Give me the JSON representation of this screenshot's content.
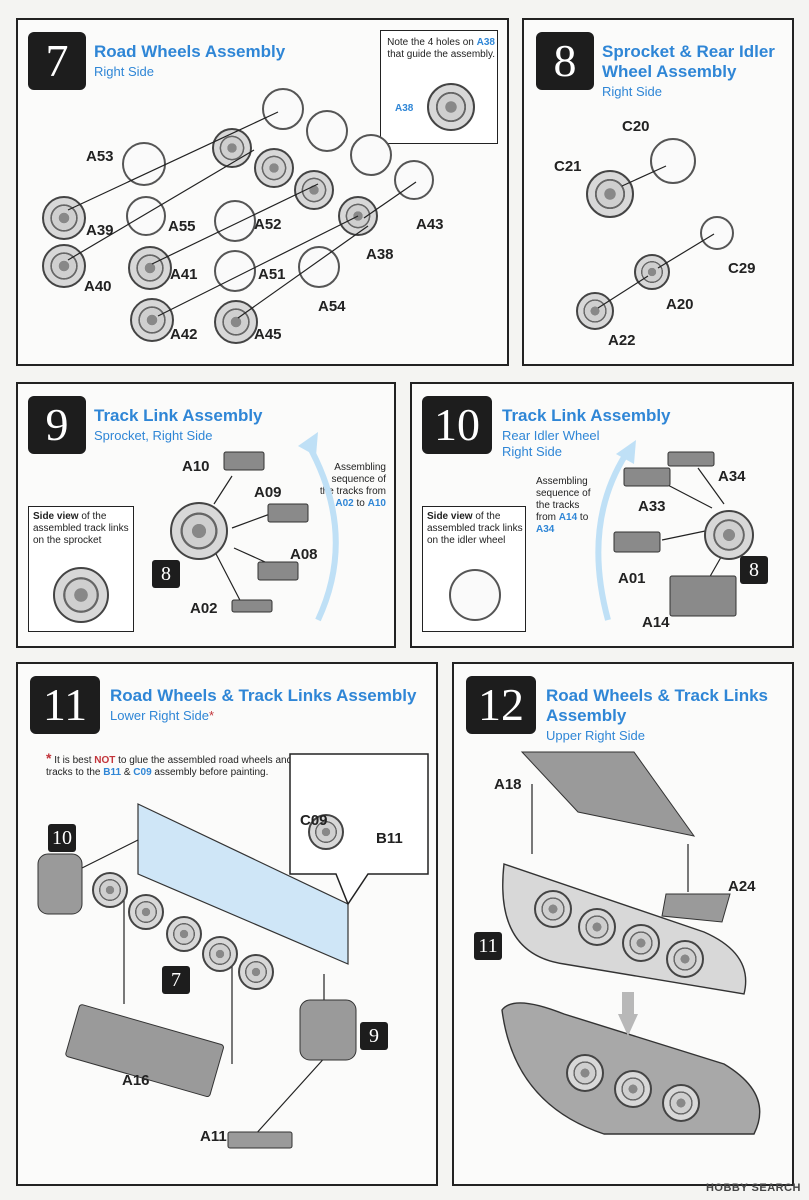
{
  "step7": {
    "num": "7",
    "title": "Road Wheels Assembly",
    "subtitle": "Right Side",
    "note_prefix": "Note the 4 holes on ",
    "note_part": "A38",
    "note_suffix": "that guide the assembly.",
    "inset_label": "A38",
    "labels": [
      "A53",
      "A39",
      "A55",
      "A52",
      "A43",
      "A38",
      "A40",
      "A41",
      "A51",
      "A54",
      "A42",
      "A45"
    ]
  },
  "step8": {
    "num": "8",
    "title": "Sprocket & Rear Idler Wheel Assembly",
    "subtitle": "Right Side",
    "labels": [
      "C20",
      "C21",
      "C29",
      "A20",
      "A22"
    ]
  },
  "step9": {
    "num": "9",
    "title": "Track Link Assembly",
    "subtitle": "Sprocket, Right Side",
    "side_bold": "Side view",
    "side_text": " of the assembled track links on the sprocket",
    "seq_text": "Assembling sequence of the tracks from",
    "seq_from": "A02",
    "seq_to_word": "to",
    "seq_to": "A10",
    "ref": "8",
    "labels": [
      "A10",
      "A09",
      "A08",
      "A02"
    ]
  },
  "step10": {
    "num": "10",
    "title": "Track Link Assembly",
    "subtitle": "Rear Idler Wheel Right Side",
    "side_bold": "Side view",
    "side_text": " of the assembled track links on the idler wheel",
    "seq_text": "Assembling sequence of the tracks from",
    "seq_from": "A14",
    "seq_to_word": "to",
    "seq_to": "A34",
    "ref": "8",
    "labels": [
      "A34",
      "A33",
      "A01",
      "A14"
    ]
  },
  "step11": {
    "num": "11",
    "title": "Road Wheels & Track Links Assembly",
    "subtitle": "Lower Right Side",
    "asterisk": "*",
    "warn_pre": "It is best ",
    "warn_not": "NOT",
    "warn_mid": " to glue the assembled road wheels and tracks to the ",
    "warn_b11": "B11",
    "warn_amp": " & ",
    "warn_c09": "C09",
    "warn_end": " assembly before painting.",
    "refs": [
      "10",
      "7",
      "9"
    ],
    "labels": [
      "C09",
      "B11",
      "A16",
      "A11"
    ]
  },
  "step12": {
    "num": "12",
    "title": "Road Wheels & Track Links Assembly",
    "subtitle": "Upper Right Side",
    "ref": "11",
    "labels": [
      "A18",
      "A24"
    ]
  },
  "footer": "HOBBY SEARCH"
}
